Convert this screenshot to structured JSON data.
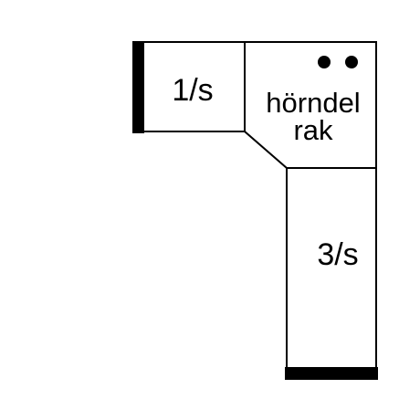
{
  "diagram": {
    "modules": {
      "left": {
        "label": "1/s"
      },
      "corner": {
        "label_line1": "hörndel",
        "label_line2": "rak",
        "indicator_dots": 2
      },
      "bottom": {
        "label": "3/s"
      }
    },
    "colors": {
      "stroke": "#000000",
      "fill": "#ffffff",
      "armrest": "#000000",
      "dot": "#000000"
    }
  }
}
